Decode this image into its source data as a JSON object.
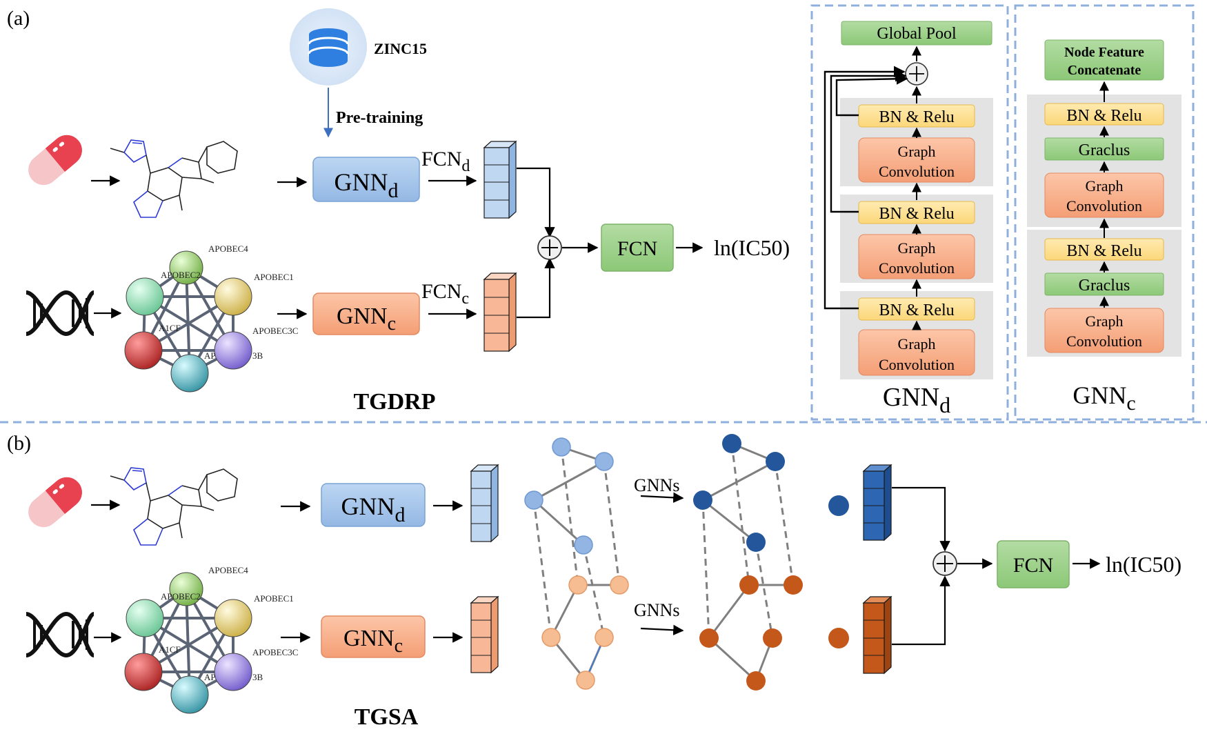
{
  "panel_a": {
    "label": "(a)",
    "database": "ZINC15",
    "pretraining": "Pre-training",
    "gnn_d": {
      "main": "GNN",
      "sub": "d"
    },
    "gnn_c": {
      "main": "GNN",
      "sub": "c"
    },
    "fcn_d": {
      "main": "FCN",
      "sub": "d"
    },
    "fcn_c": {
      "main": "FCN",
      "sub": "c"
    },
    "fcn": "FCN",
    "output": "ln(IC50)",
    "model_name": "TGDRP",
    "network_nodes": [
      "APOBEC4",
      "APOBEC2",
      "APOBEC1",
      "A1CF",
      "APOBEC3C",
      "AP",
      "3B"
    ]
  },
  "gnn_d_detail": {
    "global_pool": "Global Pool",
    "bn_relu": "BN & Relu",
    "graph_conv_1": "Graph",
    "graph_conv_2": "Convolution",
    "title": {
      "main": "GNN",
      "sub": "d"
    }
  },
  "gnn_c_detail": {
    "concat_1": "Node Feature",
    "concat_2": "Concatenate",
    "bn_relu": "BN & Relu",
    "graclus": "Graclus",
    "graph_conv_1": "Graph",
    "graph_conv_2": "Convolution",
    "title": {
      "main": "GNN",
      "sub": "c"
    }
  },
  "panel_b": {
    "label": "(b)",
    "gnn_d": {
      "main": "GNN",
      "sub": "d"
    },
    "gnn_c": {
      "main": "GNN",
      "sub": "c"
    },
    "gnns_top": "GNNs",
    "gnns_bottom": "GNNs",
    "fcn": "FCN",
    "output": "ln(IC50)",
    "model_name": "TGSA",
    "network_nodes": [
      "APOBEC4",
      "APOBEC2",
      "APOBEC1",
      "A1CF",
      "APOBEC3C",
      "AP",
      "3B"
    ]
  },
  "colors": {
    "blue_box": "#a8c8ec",
    "orange_box": "#f8b493",
    "green_box": "#9dd189",
    "yellow_box": "#fde39a",
    "dashed_border": "#8fb0dc",
    "grey_panel": "#e3e3e3",
    "node_light_blue": "#92b5e3",
    "node_light_orange": "#f6bd93",
    "node_dark_blue": "#23569a",
    "node_dark_orange": "#c4581a"
  }
}
